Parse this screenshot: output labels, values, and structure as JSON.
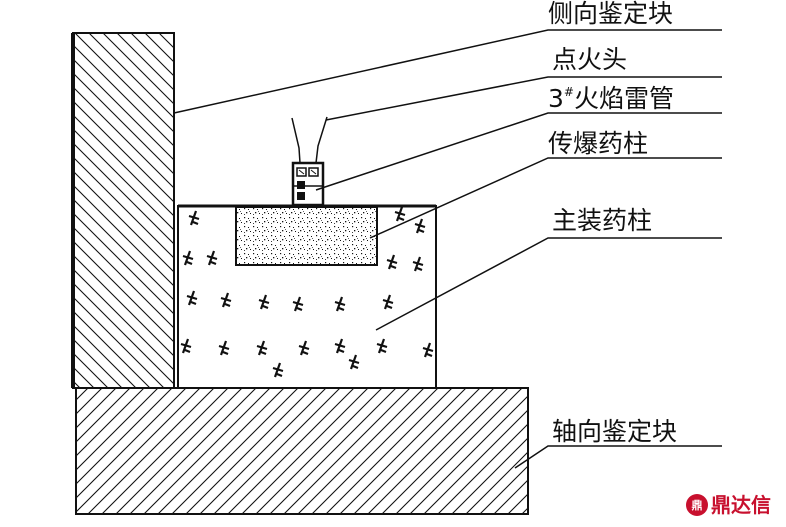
{
  "labels": {
    "side_block": "侧向鉴定块",
    "igniter": "点火头",
    "detonator_number": "3",
    "detonator_mark": "#",
    "detonator_rest": "火焰雷管",
    "booster": "传爆药柱",
    "main_charge": "主装药柱",
    "axial_block": "轴向鉴定块"
  },
  "watermark": {
    "text": "鼎达信",
    "icon_glyph": "鼎"
  },
  "colors": {
    "line": "#111111",
    "watermark": "#c8102e"
  }
}
